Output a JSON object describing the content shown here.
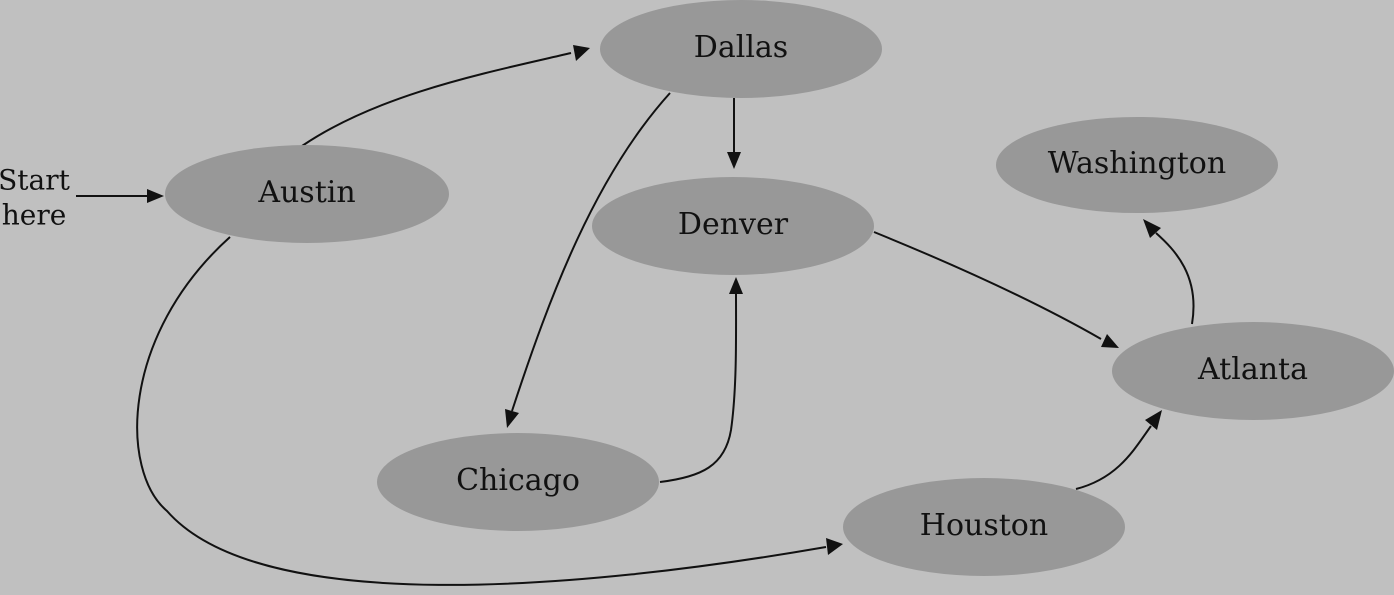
{
  "diagram": {
    "start_label": {
      "line1": "Start",
      "line2": "here"
    },
    "nodes": [
      {
        "id": "austin",
        "label": "Austin"
      },
      {
        "id": "dallas",
        "label": "Dallas"
      },
      {
        "id": "denver",
        "label": "Denver"
      },
      {
        "id": "washington",
        "label": "Washington"
      },
      {
        "id": "atlanta",
        "label": "Atlanta"
      },
      {
        "id": "chicago",
        "label": "Chicago"
      },
      {
        "id": "houston",
        "label": "Houston"
      }
    ],
    "edges": [
      {
        "from": "start",
        "to": "austin"
      },
      {
        "from": "austin",
        "to": "dallas"
      },
      {
        "from": "austin",
        "to": "houston"
      },
      {
        "from": "dallas",
        "to": "denver"
      },
      {
        "from": "dallas",
        "to": "chicago"
      },
      {
        "from": "chicago",
        "to": "denver"
      },
      {
        "from": "denver",
        "to": "atlanta"
      },
      {
        "from": "houston",
        "to": "atlanta"
      },
      {
        "from": "atlanta",
        "to": "washington"
      }
    ],
    "colors": {
      "background": "#c0c0c0",
      "node_fill": "#989898",
      "edge": "#111111",
      "text": "#111111"
    }
  }
}
